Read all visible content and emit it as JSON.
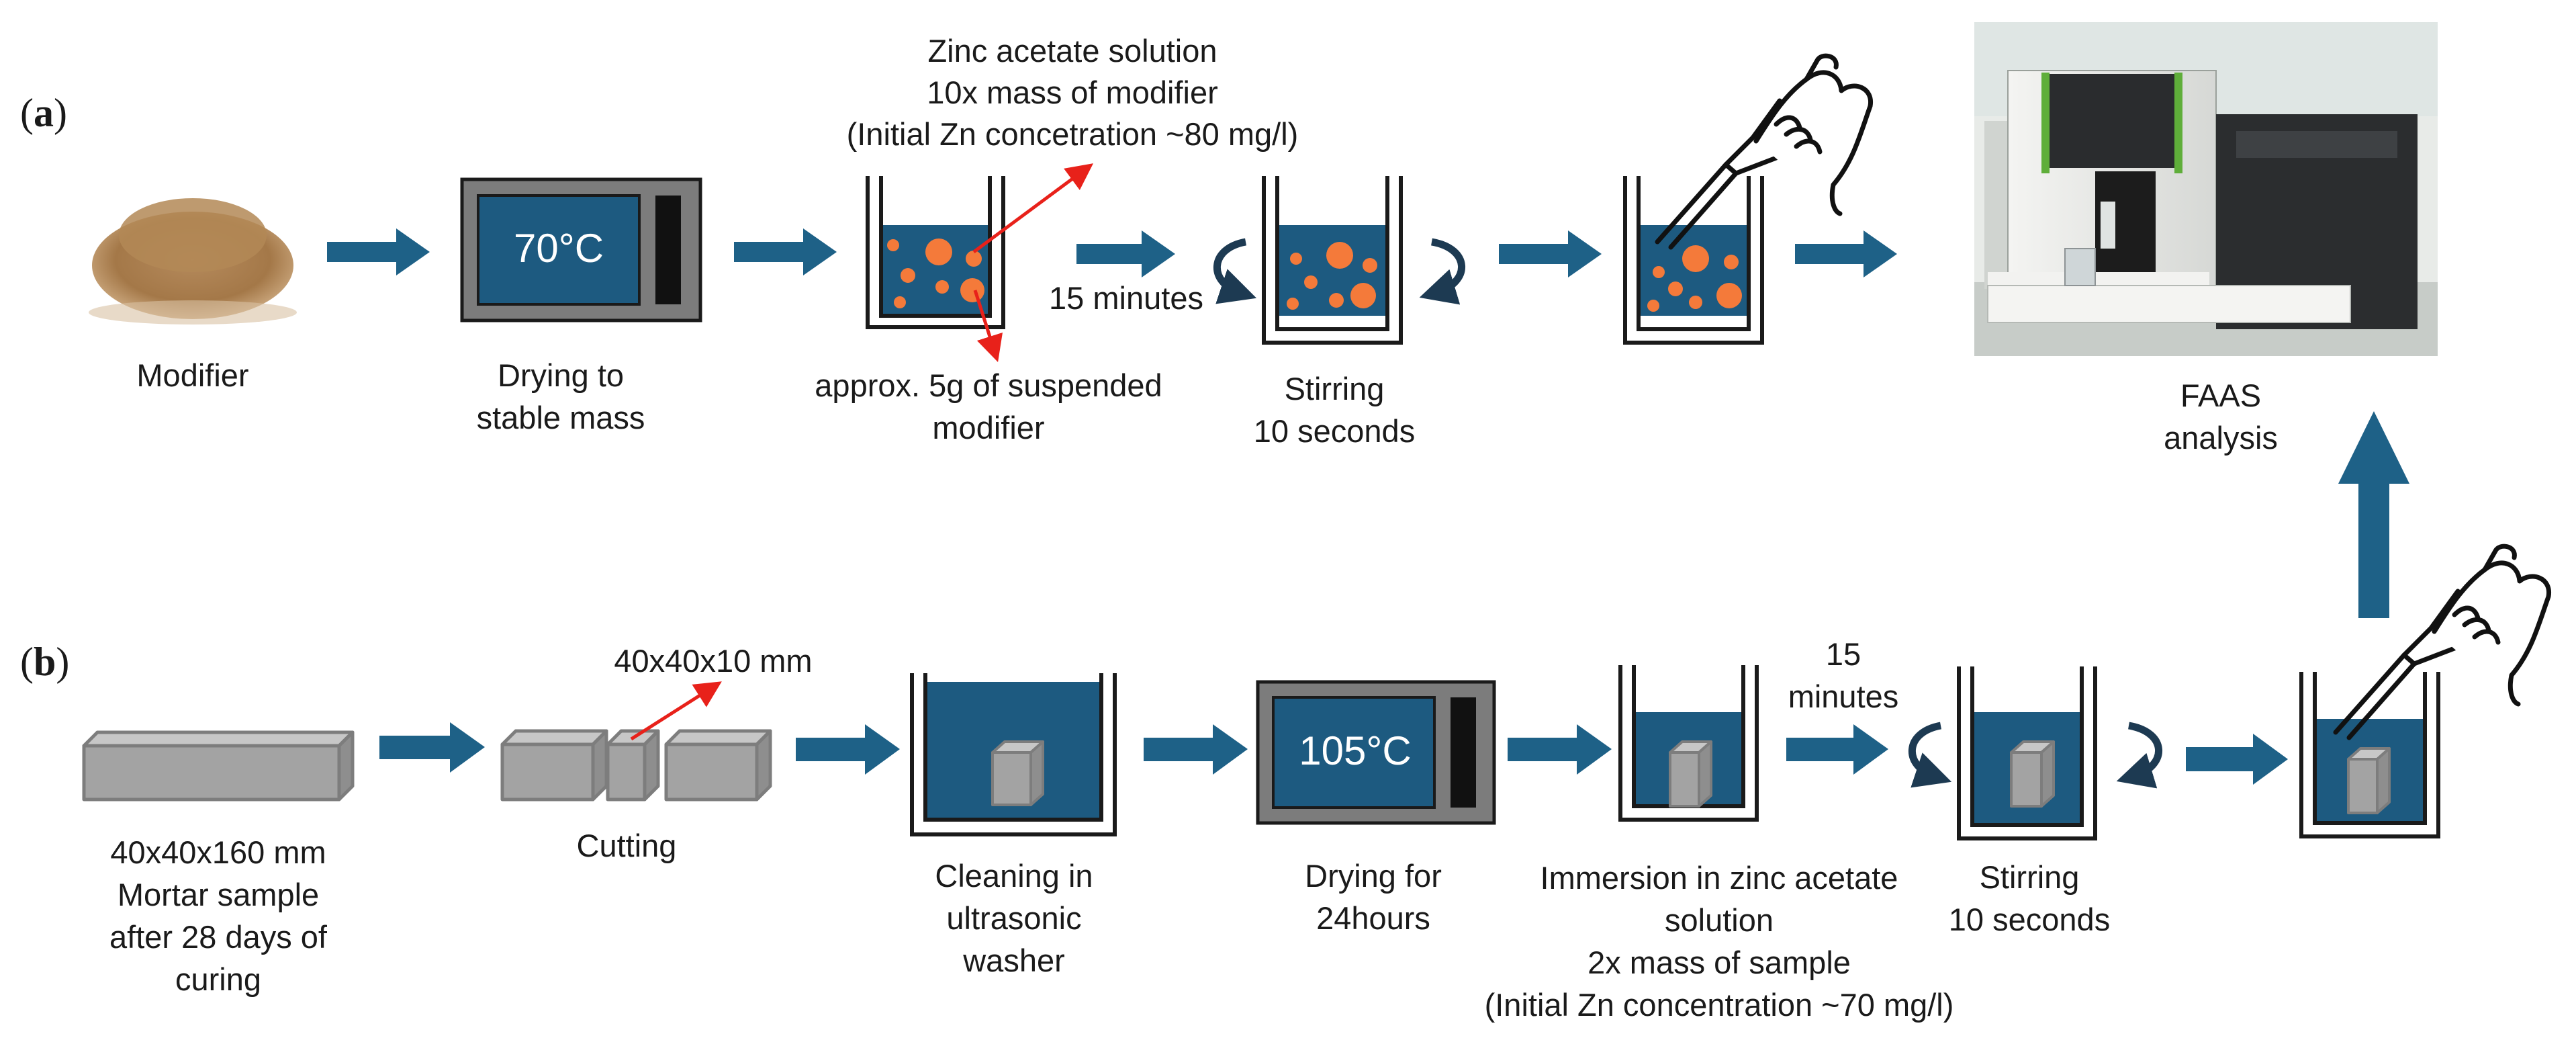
{
  "colors": {
    "arrow": "#1e6187",
    "liquid": "#1d5a80",
    "particle": "#f47a3a",
    "sample_gray": "#a3a3a3",
    "pointer_red": "#e8211a",
    "oven_frame": "#7c7c7c"
  },
  "panel_a": {
    "label_open": "(",
    "label_letter": "a",
    "label_close": ")",
    "modifier_label": "Modifier",
    "oven_temp": "70°C",
    "drying_label": [
      "Drying to",
      "stable mass"
    ],
    "solution_note": [
      "Zinc acetate solution",
      "10x mass of modifier",
      "(Initial Zn concetration ~80 mg/l)"
    ],
    "suspended_note": [
      "approx. 5g of suspended",
      "modifier"
    ],
    "time_label": "15 minutes",
    "stirring_label": [
      "Stirring",
      "10 seconds"
    ],
    "faas_label": [
      "FAAS",
      "analysis"
    ]
  },
  "panel_b": {
    "label_open": "(",
    "label_letter": "b",
    "label_close": ")",
    "sample_label": [
      "40x40x160 mm",
      "Mortar sample",
      "after 28 days of",
      "curing"
    ],
    "cut_size": "40x40x10 mm",
    "cutting_label": "Cutting",
    "cleaning_label": [
      "Cleaning in",
      "ultrasonic",
      "washer"
    ],
    "oven_temp": "105°C",
    "drying_label": [
      "Drying for",
      "24hours"
    ],
    "time_label": [
      "15",
      "minutes"
    ],
    "immersion_label": [
      "Immersion in zinc acetate",
      "solution",
      "2x mass of sample",
      "(Initial Zn concentration ~70 mg/l)"
    ],
    "stirring_label": [
      "Stirring",
      "10 seconds"
    ]
  },
  "icons": {
    "modifier": "modifier-powder-pile-image",
    "oven": "drying-oven-icon",
    "beaker": "beaker-icon",
    "stir": "stirring-arrows-icon",
    "pipette": "pipette-hand-icon",
    "instrument": "faas-spectrometer-photo",
    "mortar": "mortar-prism-icon",
    "cube": "specimen-cube-icon",
    "arrow": "flow-arrow-icon"
  }
}
